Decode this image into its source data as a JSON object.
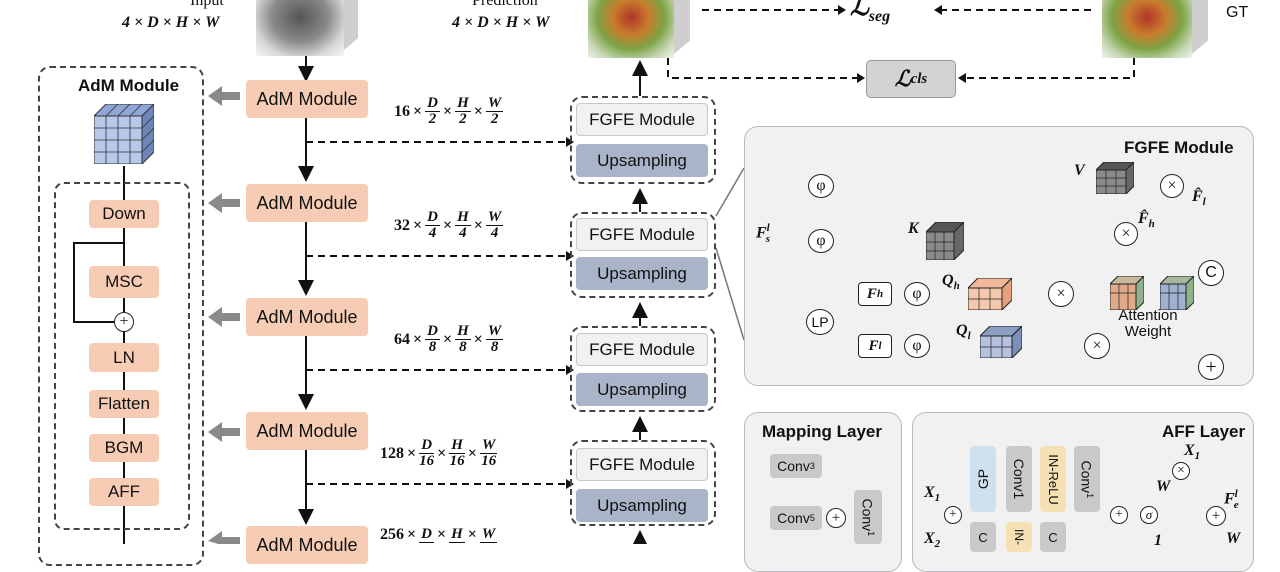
{
  "top": {
    "input_label": "Input",
    "input_dims": "4 × D × H × W",
    "prediction_label": "Prediction",
    "prediction_dims": "4 × D × H × W",
    "loss_seg": "ℒ",
    "loss_seg_sub": "seg",
    "loss_cls": "ℒ",
    "loss_cls_sub": "cls",
    "gt_label": "GT"
  },
  "encoder": {
    "adm_label": "AdM Module",
    "stages": [
      {
        "coef": "16",
        "d": "D",
        "dd": "2",
        "h": "H",
        "hd": "2",
        "w": "W",
        "wd": "2"
      },
      {
        "coef": "32",
        "d": "D",
        "dd": "4",
        "h": "H",
        "hd": "4",
        "w": "W",
        "wd": "4"
      },
      {
        "coef": "64",
        "d": "D",
        "dd": "8",
        "h": "H",
        "hd": "8",
        "w": "W",
        "wd": "8"
      },
      {
        "coef": "128",
        "d": "D",
        "dd": "16",
        "h": "H",
        "hd": "16",
        "w": "W",
        "wd": "16"
      },
      {
        "coef": "256",
        "d": "D",
        "dd": "",
        "h": "H",
        "hd": "",
        "w": "W",
        "wd": ""
      }
    ]
  },
  "decoder": {
    "fgfe_label": "FGFE Module",
    "ups_label": "Upsampling"
  },
  "adm_panel": {
    "title": "AdM Module",
    "blocks": [
      "Down",
      "MSC",
      "LN",
      "Flatten",
      "BGM",
      "AFF"
    ],
    "plus": "+"
  },
  "fgfe_panel": {
    "title": "FGFE Module",
    "fs": "F",
    "fs_sup": "l",
    "fs_sub": "s",
    "phi": "φ",
    "lp": "LP",
    "fh": "F",
    "fh_sub": "h",
    "fl": "F",
    "fl_sub": "l",
    "v": "V",
    "k": "K",
    "qh": "Q",
    "qh_sub": "h",
    "ql": "Q",
    "ql_sub": "l",
    "fhat_h": "F̂",
    "fhat_h_sub": "h",
    "fhat_l": "F̂",
    "fhat_l_sub": "l",
    "times": "×",
    "concat": "C",
    "plus": "+",
    "attention1": "Attention",
    "attention2": "Weight"
  },
  "mapping": {
    "title": "Mapping Layer",
    "conv3": "Conv",
    "conv3_sup": "3",
    "conv5": "Conv",
    "conv5_sup": "5",
    "conv1": "Conv",
    "conv1_sup": "1",
    "plus": "+"
  },
  "aff": {
    "title": "AFF Layer",
    "gp": "GP",
    "conv1": "Conv1",
    "inrelu": "IN-ReLU",
    "conv1b": "Conv",
    "conv1b_sup": "1",
    "x1": "X",
    "x1_sub": "1",
    "x2": "X",
    "x2_sub": "2",
    "w": "W",
    "fe": "F",
    "fe_sup": "l",
    "fe_sub": "e",
    "sigma": "σ",
    "one": "1",
    "plus": "+",
    "times": "×",
    "partial_c": "C",
    "partial_in": "IN-"
  },
  "colors": {
    "adm": "#f6cdb4",
    "fgfe": "#f1f1f2",
    "upsampling": "#a9b4c9",
    "panel": "#f1f1f2"
  }
}
